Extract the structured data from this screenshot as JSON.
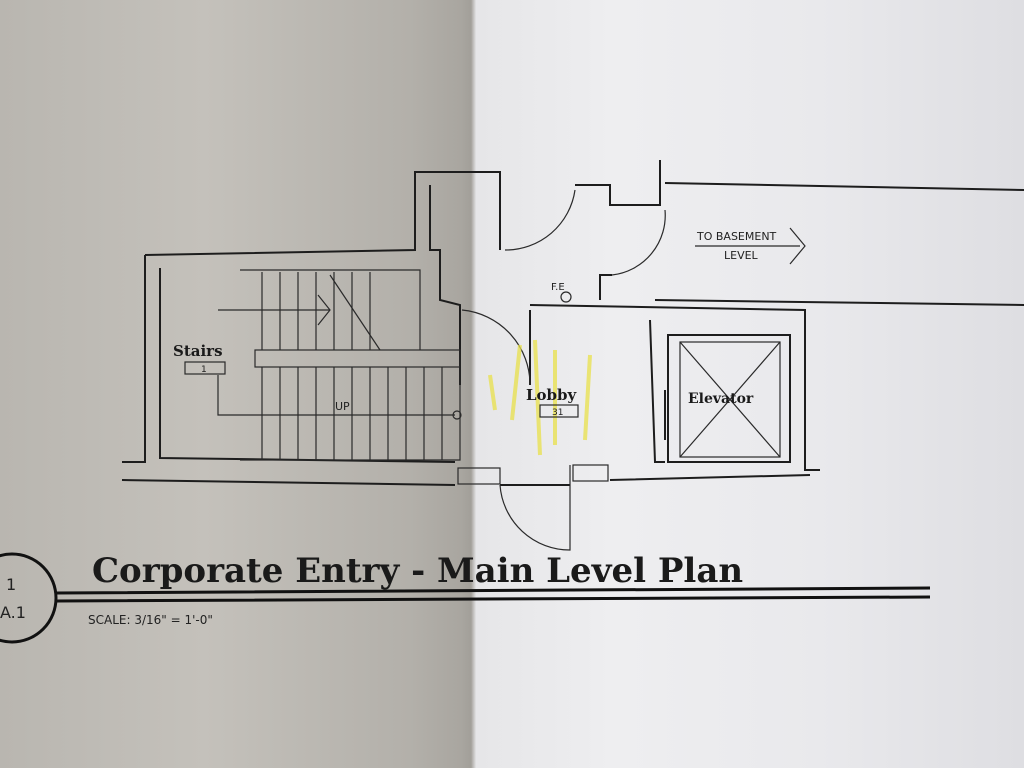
{
  "plan": {
    "title": "Corporate Entry - Main Level Plan",
    "scale": "SCALE: 3/16\" = 1'-0\"",
    "detail_number": "1",
    "sheet_number": "A.1",
    "rooms": [
      {
        "name": "Stairs",
        "number": "1"
      },
      {
        "name": "Lobby",
        "number": "31"
      },
      {
        "name": "Elevator"
      }
    ],
    "stair_direction": "UP",
    "fire_extinguisher": "F.E",
    "basement_note_line1": "TO BASEMENT",
    "basement_note_line2": "LEVEL"
  },
  "colors": {
    "ink": "#1d1d1d",
    "highlighter": "#e8e04a",
    "paper": "#eeeef0",
    "shadow": "#b3b0aa"
  }
}
